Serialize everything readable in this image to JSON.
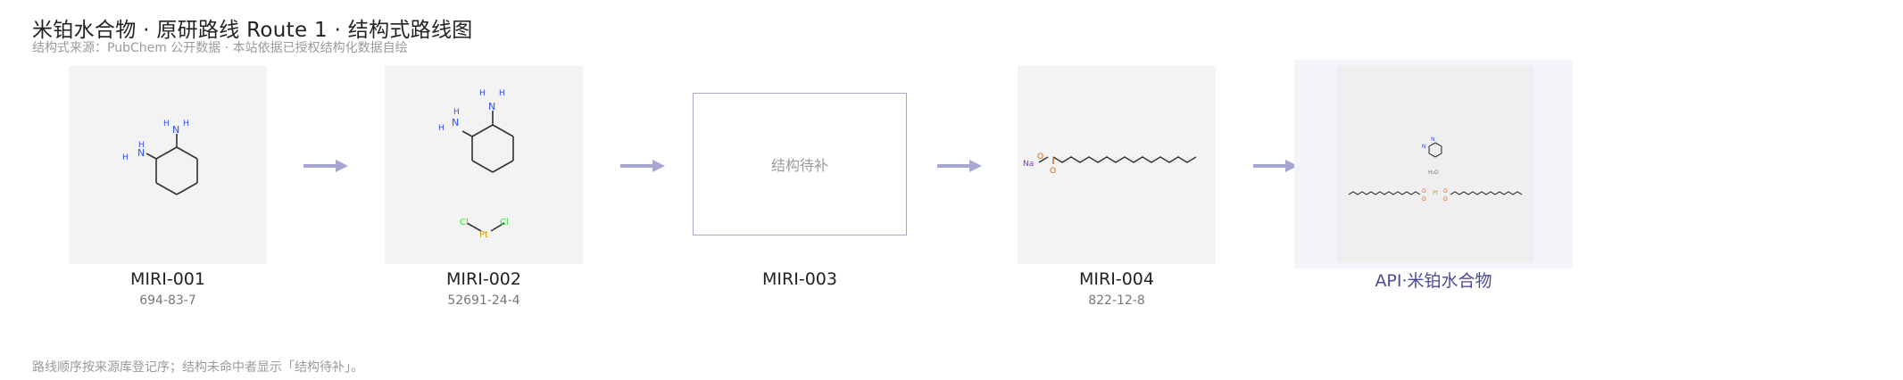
{
  "header": {
    "title": "米铂水合物 · 原研路线 Route 1 · 结构式路线图",
    "subtitle": "结构式来源：PubChem 公开数据 · 本站依据已授权结构化数据自绘"
  },
  "steps": [
    {
      "code": "MIRI-001",
      "cas": "694-83-7"
    },
    {
      "code": "MIRI-002",
      "cas": "52691-24-4",
      "pt_label": "Pt",
      "cl_label": "Cl"
    },
    {
      "code": "MIRI-003",
      "placeholder": "结构待补"
    },
    {
      "code": "MIRI-004",
      "cas": "822-12-8",
      "na_label": "Na",
      "o_label": "O"
    },
    {
      "code": "API·米铂水合物"
    }
  ],
  "atoms": {
    "n": "N",
    "h": "H",
    "water": "H₂O"
  },
  "footer": {
    "note": "路线顺序按来源库登记序；结构未命中者显示「结构待补」。"
  },
  "colors": {
    "accent": "#4d4b98",
    "arrow": "#a8a6d2",
    "nitrogen": "#3050f8",
    "chlorine": "#1ff01f",
    "platinum": "#d0a000",
    "oxygen": "#e06000"
  }
}
